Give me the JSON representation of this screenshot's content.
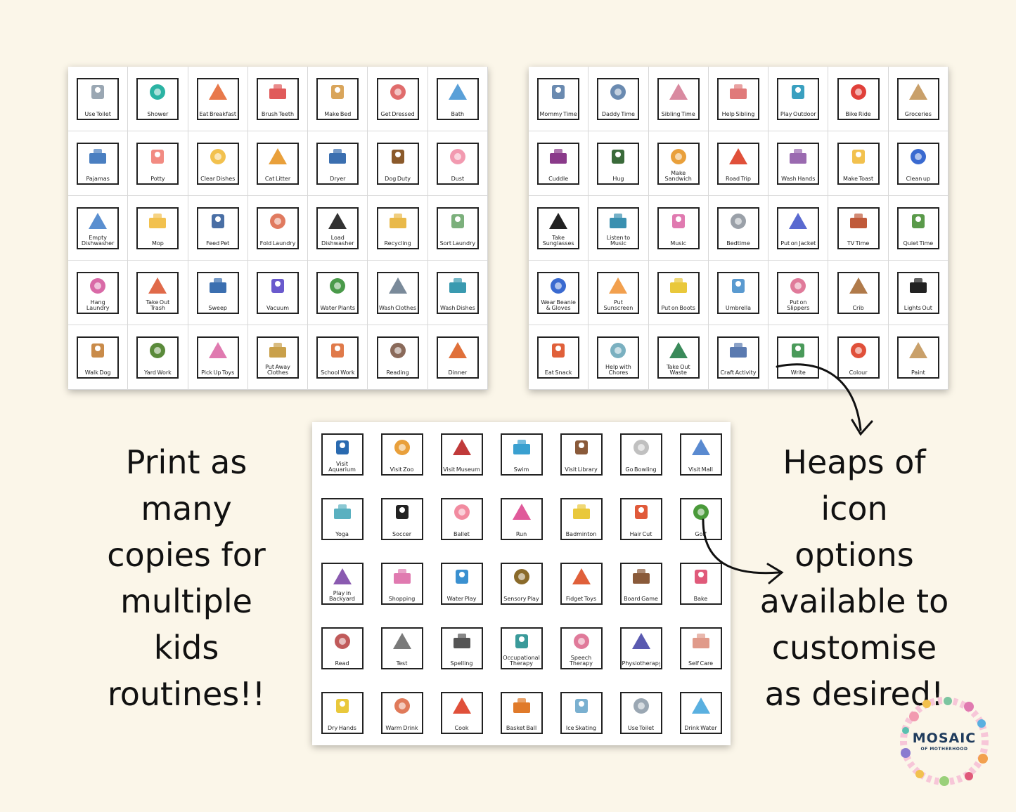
{
  "sheets": [
    {
      "id": "sheet-a",
      "cards": [
        {
          "label": "Use Toilet",
          "icon": "toilet-icon",
          "color": "#9aa7b3"
        },
        {
          "label": "Shower",
          "icon": "shower-icon",
          "color": "#2bb3a3"
        },
        {
          "label": "Eat Breakfast",
          "icon": "breakfast-icon",
          "color": "#e8794b"
        },
        {
          "label": "Brush Teeth",
          "icon": "toothbrush-icon",
          "color": "#e05a5a"
        },
        {
          "label": "Make Bed",
          "icon": "bed-icon",
          "color": "#d9a55b"
        },
        {
          "label": "Get Dressed",
          "icon": "clothes-icon",
          "color": "#e06c6c"
        },
        {
          "label": "Bath",
          "icon": "bathtub-icon",
          "color": "#5aa0d8"
        },
        {
          "label": "Pajamas",
          "icon": "pajamas-icon",
          "color": "#4a7fc1"
        },
        {
          "label": "Potty",
          "icon": "potty-icon",
          "color": "#f28b82"
        },
        {
          "label": "Clear Dishes",
          "icon": "plate-icon",
          "color": "#f2c14e"
        },
        {
          "label": "Cat Litter",
          "icon": "cat-litter-icon",
          "color": "#e9a03b"
        },
        {
          "label": "Dryer",
          "icon": "dryer-icon",
          "color": "#3b6fb0"
        },
        {
          "label": "Dog Duty",
          "icon": "dog-icon",
          "color": "#8b5a2b"
        },
        {
          "label": "Dust",
          "icon": "duster-icon",
          "color": "#f29ab0"
        },
        {
          "label": "Empty Dishwasher",
          "icon": "dishwasher-icon",
          "color": "#5a8fd0"
        },
        {
          "label": "Mop",
          "icon": "mop-icon",
          "color": "#f2c14e"
        },
        {
          "label": "Feed Pet",
          "icon": "pet-food-icon",
          "color": "#4a6fa5"
        },
        {
          "label": "Fold Laundry",
          "icon": "folded-laundry-icon",
          "color": "#e07a5f"
        },
        {
          "label": "Load Dishwasher",
          "icon": "dishwasher-icon",
          "color": "#333333"
        },
        {
          "label": "Recycling",
          "icon": "recycling-bin-icon",
          "color": "#e9b949"
        },
        {
          "label": "Sort Laundry",
          "icon": "laundry-basket-icon",
          "color": "#7cb07c"
        },
        {
          "label": "Hang Laundry",
          "icon": "clothesline-icon",
          "color": "#d96aa7"
        },
        {
          "label": "Take Out Trash",
          "icon": "trash-bag-icon",
          "color": "#e06a4a"
        },
        {
          "label": "Sweep",
          "icon": "broom-icon",
          "color": "#3b6fb0"
        },
        {
          "label": "Vacuum",
          "icon": "vacuum-icon",
          "color": "#6a5acd"
        },
        {
          "label": "Water Plants",
          "icon": "plant-icon",
          "color": "#4a9a4a"
        },
        {
          "label": "Wash Clothes",
          "icon": "washing-machine-icon",
          "color": "#7a8a9a"
        },
        {
          "label": "Wash Dishes",
          "icon": "dishes-icon",
          "color": "#3a9ab0"
        },
        {
          "label": "Walk Dog",
          "icon": "dog-walk-icon",
          "color": "#c98b4a"
        },
        {
          "label": "Yard Work",
          "icon": "lawnmower-icon",
          "color": "#5a8a3a"
        },
        {
          "label": "Pick Up Toys",
          "icon": "toys-icon",
          "color": "#e07ab0"
        },
        {
          "label": "Put Away Clothes",
          "icon": "hanger-icon",
          "color": "#c9a04a"
        },
        {
          "label": "School Work",
          "icon": "notebook-icon",
          "color": "#e07a4a"
        },
        {
          "label": "Reading",
          "icon": "book-icon",
          "color": "#8a6a5a"
        },
        {
          "label": "Dinner",
          "icon": "soup-icon",
          "color": "#e0703a"
        }
      ]
    },
    {
      "id": "sheet-b",
      "cards": [
        {
          "label": "Mommy Time",
          "icon": "mom-icon",
          "color": "#6a8ab0"
        },
        {
          "label": "Daddy Time",
          "icon": "dad-icon",
          "color": "#6a8ab0"
        },
        {
          "label": "Sibling Time",
          "icon": "sibling-icon",
          "color": "#d98aa0"
        },
        {
          "label": "Help Sibling",
          "icon": "help-sibling-icon",
          "color": "#e07a7a"
        },
        {
          "label": "Play Outdoor",
          "icon": "slide-icon",
          "color": "#3aa0c0"
        },
        {
          "label": "Bike Ride",
          "icon": "bicycle-icon",
          "color": "#e0403a"
        },
        {
          "label": "Groceries",
          "icon": "grocery-bag-icon",
          "color": "#c9a06a"
        },
        {
          "label": "Cuddle",
          "icon": "cuddle-icon",
          "color": "#8a3a8a"
        },
        {
          "label": "Hug",
          "icon": "hug-icon",
          "color": "#3a6a3a"
        },
        {
          "label": "Make Sandwich",
          "icon": "sandwich-icon",
          "color": "#e9a03b"
        },
        {
          "label": "Road Trip",
          "icon": "car-icon",
          "color": "#e0503a"
        },
        {
          "label": "Wash Hands",
          "icon": "hand-wash-icon",
          "color": "#9a6ab0"
        },
        {
          "label": "Make Toast",
          "icon": "toast-icon",
          "color": "#f2c14e"
        },
        {
          "label": "Clean up",
          "icon": "broom-icon",
          "color": "#3a6ad0"
        },
        {
          "label": "Take Sunglasses",
          "icon": "sunglasses-icon",
          "color": "#222222"
        },
        {
          "label": "Listen to Music",
          "icon": "headphones-icon",
          "color": "#3a90b0"
        },
        {
          "label": "Music",
          "icon": "music-notes-icon",
          "color": "#e07ab0"
        },
        {
          "label": "Bedtime",
          "icon": "bed-icon",
          "color": "#9aa0a8"
        },
        {
          "label": "Put on Jacket",
          "icon": "jacket-icon",
          "color": "#5a6ad0"
        },
        {
          "label": "TV Time",
          "icon": "tv-icon",
          "color": "#c05a3a"
        },
        {
          "label": "Quiet Time",
          "icon": "reading-tree-icon",
          "color": "#5a9a4a"
        },
        {
          "label": "Wear Beanie & Gloves",
          "icon": "beanie-icon",
          "color": "#3a6ad0"
        },
        {
          "label": "Put Sunscreen",
          "icon": "sunscreen-icon",
          "color": "#f2a04e"
        },
        {
          "label": "Put on Boots",
          "icon": "boots-icon",
          "color": "#e9c83b"
        },
        {
          "label": "Umbrella",
          "icon": "umbrella-icon",
          "color": "#5a9ad0"
        },
        {
          "label": "Put on Slippers",
          "icon": "slippers-icon",
          "color": "#e07a9a"
        },
        {
          "label": "Crib",
          "icon": "crib-icon",
          "color": "#b07a4a"
        },
        {
          "label": "Lights Out",
          "icon": "moon-icon",
          "color": "#222222"
        },
        {
          "label": "Eat Snack",
          "icon": "snack-icon",
          "color": "#e0603a"
        },
        {
          "label": "Help with Chores",
          "icon": "laundry-basket-icon",
          "color": "#7ab0c0"
        },
        {
          "label": "Take Out Waste",
          "icon": "trash-bag-icon",
          "color": "#3a8a5a"
        },
        {
          "label": "Craft Activity",
          "icon": "craft-icon",
          "color": "#5a7ab0"
        },
        {
          "label": "Write",
          "icon": "pencil-paper-icon",
          "color": "#4a9a5a"
        },
        {
          "label": "Colour",
          "icon": "crayons-icon",
          "color": "#e0503a"
        },
        {
          "label": "Paint",
          "icon": "palette-icon",
          "color": "#c9a06a"
        }
      ]
    },
    {
      "id": "sheet-c",
      "cards": [
        {
          "label": "Visit Aquarium",
          "icon": "aquarium-icon",
          "color": "#2a6ab0"
        },
        {
          "label": "Visit Zoo",
          "icon": "giraffe-icon",
          "color": "#e9a03b"
        },
        {
          "label": "Visit Museum",
          "icon": "museum-icon",
          "color": "#c03a3a"
        },
        {
          "label": "Swim",
          "icon": "swimmer-icon",
          "color": "#3aa0d0"
        },
        {
          "label": "Visit Library",
          "icon": "library-icon",
          "color": "#8a5a3a"
        },
        {
          "label": "Go Bowling",
          "icon": "bowling-icon",
          "color": "#c0c0c0"
        },
        {
          "label": "Visit Mall",
          "icon": "mall-icon",
          "color": "#5a8ad0"
        },
        {
          "label": "Yoga",
          "icon": "yoga-mat-icon",
          "color": "#5ab0c0"
        },
        {
          "label": "Soccer",
          "icon": "soccer-ball-icon",
          "color": "#222222"
        },
        {
          "label": "Ballet",
          "icon": "ballet-shoes-icon",
          "color": "#f28ba0"
        },
        {
          "label": "Run",
          "icon": "sneaker-icon",
          "color": "#e05a9a"
        },
        {
          "label": "Badminton",
          "icon": "badminton-icon",
          "color": "#e9c83b"
        },
        {
          "label": "Hair Cut",
          "icon": "scissors-icon",
          "color": "#e05a3a"
        },
        {
          "label": "Golf",
          "icon": "golf-icon",
          "color": "#4a9a3a"
        },
        {
          "label": "Play in Backyard",
          "icon": "garden-icon",
          "color": "#8a5ab0"
        },
        {
          "label": "Shopping",
          "icon": "shopping-cart-icon",
          "color": "#e07ab0"
        },
        {
          "label": "Water Play",
          "icon": "water-splash-icon",
          "color": "#3a90d0"
        },
        {
          "label": "Sensory Play",
          "icon": "sensory-icon",
          "color": "#8a6a2a"
        },
        {
          "label": "Fidget Toys",
          "icon": "fidget-spinner-icon",
          "color": "#e0603a"
        },
        {
          "label": "Board Game",
          "icon": "board-game-icon",
          "color": "#8a5a3a"
        },
        {
          "label": "Bake",
          "icon": "cake-icon",
          "color": "#e05a7a"
        },
        {
          "label": "Read",
          "icon": "books-icon",
          "color": "#c05a5a"
        },
        {
          "label": "Test",
          "icon": "test-paper-icon",
          "color": "#7a7a7a"
        },
        {
          "label": "Spelling",
          "icon": "abc-icon",
          "color": "#555555"
        },
        {
          "label": "Occupational Therapy",
          "icon": "therapy-icon",
          "color": "#3a9a9a"
        },
        {
          "label": "Speech Therapy",
          "icon": "speech-bubble-icon",
          "color": "#e07a9a"
        },
        {
          "label": "Physiotherapy",
          "icon": "physio-icon",
          "color": "#5a5ab0"
        },
        {
          "label": "Self Care",
          "icon": "self-care-icon",
          "color": "#e09a8a"
        },
        {
          "label": "Dry Hands",
          "icon": "towel-icon",
          "color": "#e9c83b"
        },
        {
          "label": "Warm Drink",
          "icon": "mug-icon",
          "color": "#e07a5a"
        },
        {
          "label": "Cook",
          "icon": "cooking-pot-icon",
          "color": "#e0503a"
        },
        {
          "label": "Basket Ball",
          "icon": "basketball-icon",
          "color": "#e07a2a"
        },
        {
          "label": "Ice Skating",
          "icon": "ice-skate-icon",
          "color": "#7ab0d0"
        },
        {
          "label": "Use Toilet",
          "icon": "toilet-icon",
          "color": "#9aa7b3"
        },
        {
          "label": "Drink Water",
          "icon": "water-glass-icon",
          "color": "#5ab0e0"
        }
      ]
    }
  ],
  "left_text": [
    "Print as",
    "many",
    "copies for",
    "multiple",
    "kids",
    "routines!!"
  ],
  "right_text": [
    "Heaps of",
    "icon",
    "options",
    "available to",
    "customise",
    "as desired!"
  ],
  "logo": {
    "main": "MOSAIC",
    "sub": "OF MOTHERHOOD"
  }
}
